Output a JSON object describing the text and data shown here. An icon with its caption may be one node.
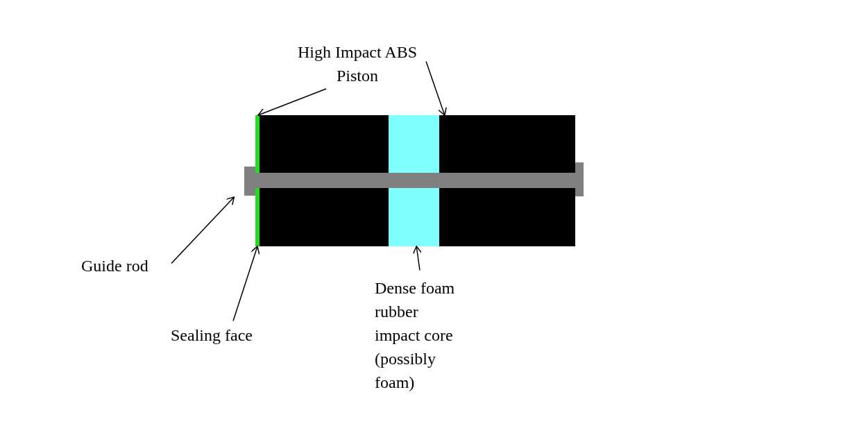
{
  "diagram": {
    "nodes": [
      {
        "text": [
          "High Impact ABS Piston"
        ]
      },
      {
        "text": [],
        "shape": "box"
      },
      {
        "text": [],
        "shape": "box"
      },
      {
        "text": [],
        "shape": "box"
      },
      {
        "text": [
          "Guide rod"
        ]
      },
      {
        "text": [],
        "shape": "bar"
      },
      {
        "text": [
          "Sealing face"
        ]
      },
      {
        "text": [],
        "shape": "bar"
      },
      {
        "text": [
          "Dense foam rubber impact core (possibly foam)"
        ]
      }
    ],
    "edges": [
      {
        "from": 0,
        "to": 1,
        "arrow": "to"
      },
      {
        "from": 0,
        "to": 3,
        "arrow": "to"
      },
      {
        "from": 4,
        "to": 5,
        "arrow": "to"
      },
      {
        "from": 6,
        "to": 7,
        "arrow": "to"
      },
      {
        "from": 8,
        "to": 2,
        "arrow": "to"
      }
    ]
  }
}
